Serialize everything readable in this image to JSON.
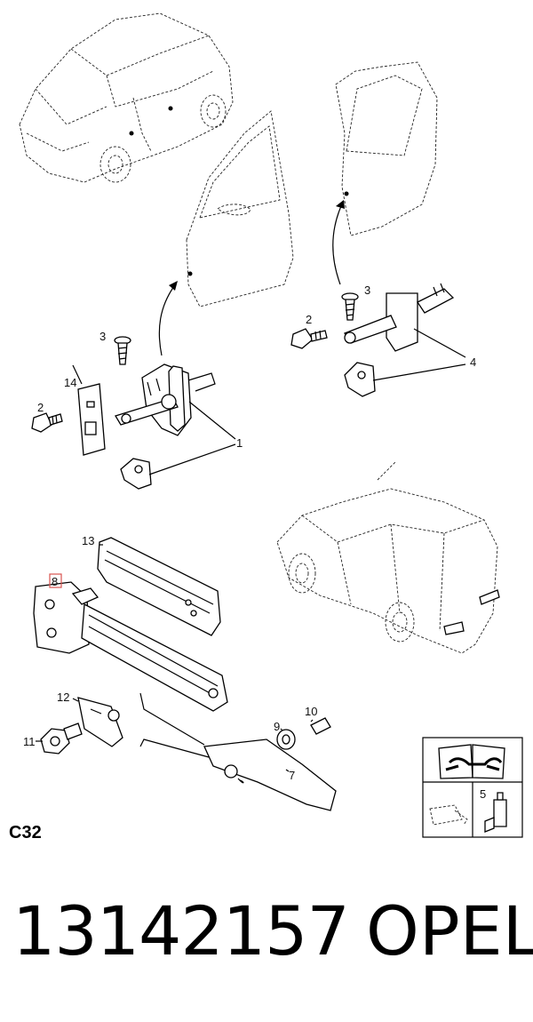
{
  "callouts": {
    "c1": "1",
    "c2a": "2",
    "c2b": "2",
    "c3a": "3",
    "c3b": "3",
    "c4": "4",
    "c5": "5",
    "c7": "7",
    "c8": "8",
    "c9": "9",
    "c10": "10",
    "c11": "11",
    "c12": "12",
    "c13": "13",
    "c14": "14"
  },
  "section_code": "C32",
  "footer": {
    "part_number": "13142157",
    "brand": "OPEL"
  },
  "colors": {
    "line": "#000000",
    "highlight_box": "#d9534f",
    "background": "#ffffff"
  },
  "icons": [
    "manual-book-icon",
    "oil-can-icon",
    "grease-tube-icon"
  ]
}
